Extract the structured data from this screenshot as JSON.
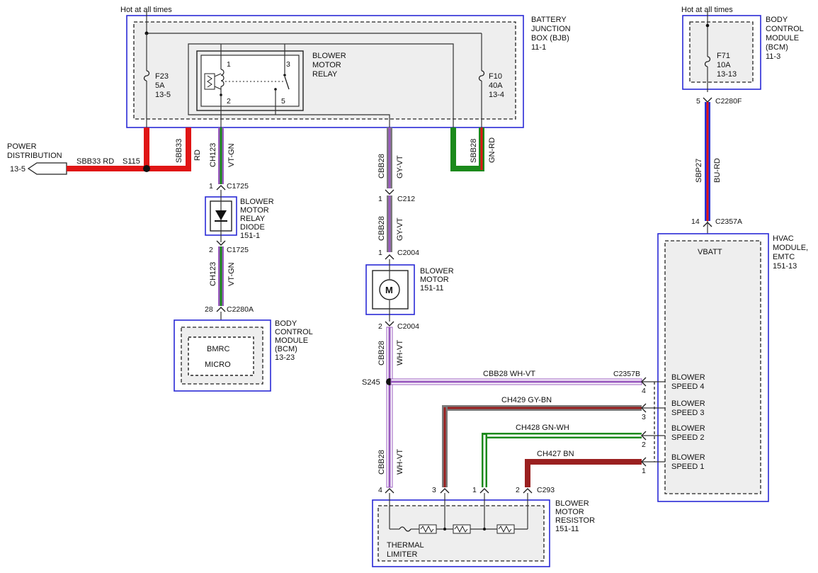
{
  "colors": {
    "outline_blue": "#2a2ad6",
    "wire_red": "#e01515",
    "wire_green": "#1b8a1b",
    "wire_gray": "#7a7a7a",
    "wire_violet": "#9a5bbf",
    "wire_blue": "#2433d8",
    "wire_brown": "#9a2020",
    "wire_white": "#ffffff"
  },
  "bjb": {
    "hot_label": "Hot at all times",
    "title": [
      "BATTERY",
      "JUNCTION",
      "BOX (BJB)",
      "11-1"
    ],
    "fuse_f23": [
      "F23",
      "5A",
      "13-5"
    ],
    "fuse_f10": [
      "F10",
      "40A",
      "13-4"
    ],
    "relay_title": [
      "BLOWER",
      "MOTOR",
      "RELAY"
    ],
    "relay_pins": [
      "1",
      "2",
      "3",
      "5"
    ]
  },
  "bcm_top": {
    "hot_label": "Hot at all times",
    "title": [
      "BODY",
      "CONTROL",
      "MODULE",
      "(BCM)",
      "11-3"
    ],
    "fuse_f71": [
      "F71",
      "10A",
      "13-13"
    ],
    "conn_pin": "5",
    "conn_name": "C2280F",
    "wire_code": "SBP27",
    "wire_color": "BU-RD"
  },
  "power_dist": {
    "title": [
      "POWER",
      "DISTRIBUTION"
    ],
    "ref": "13-5",
    "wire_label": "SBB33  RD",
    "splice": "S115",
    "vert_code": "SBB33",
    "vert_color": "RD"
  },
  "wires": {
    "ch123_a": {
      "code": "CH123",
      "color": "VT-GN"
    },
    "ch123_b": {
      "code": "CH123",
      "color": "VT-GN"
    },
    "cbb28_a": {
      "code": "CBB28",
      "color": "GY-VT"
    },
    "cbb28_b": {
      "code": "CBB28",
      "color": "GY-VT"
    },
    "cbb28_c": {
      "code": "CBB28",
      "color": "WH-VT"
    },
    "cbb28_d": {
      "code": "CBB28",
      "color": "WH-VT"
    },
    "sbb28": {
      "code": "SBB28",
      "color": "GN-RD"
    },
    "h_cbb28": "CBB28  WH-VT",
    "h_ch429": "CH429  GY-BN",
    "h_ch428": "CH428  GN-WH",
    "h_ch427": "CH427  BN"
  },
  "connectors": {
    "c1725_top": {
      "pin": "1",
      "name": "C1725"
    },
    "c1725_bot": {
      "pin": "2",
      "name": "C1725"
    },
    "c2280a": {
      "pin": "28",
      "name": "C2280A"
    },
    "c212": {
      "pin": "1",
      "name": "C212"
    },
    "c2004_top": {
      "pin": "1",
      "name": "C2004"
    },
    "c2004_bot": {
      "pin": "2",
      "name": "C2004"
    },
    "c2357a": {
      "pin": "14",
      "name": "C2357A"
    },
    "c2357b": "C2357B",
    "c293": "C293",
    "hvac_pins": [
      "4",
      "3",
      "2",
      "1"
    ],
    "res_pins": [
      "4",
      "3",
      "1",
      "2"
    ]
  },
  "splice_s245": "S245",
  "relay_diode": {
    "title": [
      "BLOWER",
      "MOTOR",
      "RELAY",
      "DIODE",
      "151-1"
    ]
  },
  "bcm_bottom": {
    "title": [
      "BODY",
      "CONTROL",
      "MODULE",
      "(BCM)",
      "13-23"
    ],
    "line1": "BMRC",
    "line2": "MICRO"
  },
  "blower_motor": {
    "title": [
      "BLOWER",
      "MOTOR",
      "151-11"
    ],
    "symbol": "M"
  },
  "hvac": {
    "title": [
      "HVAC",
      "MODULE,",
      "EMTC",
      "151-13"
    ],
    "vbatt": "VBATT",
    "speeds": [
      [
        "BLOWER",
        "SPEED 4"
      ],
      [
        "BLOWER",
        "SPEED 3"
      ],
      [
        "BLOWER",
        "SPEED 2"
      ],
      [
        "BLOWER",
        "SPEED 1"
      ]
    ]
  },
  "resistor": {
    "title": [
      "BLOWER",
      "MOTOR",
      "RESISTOR",
      "151-11"
    ],
    "limiter": [
      "THERMAL",
      "LIMITER"
    ]
  }
}
